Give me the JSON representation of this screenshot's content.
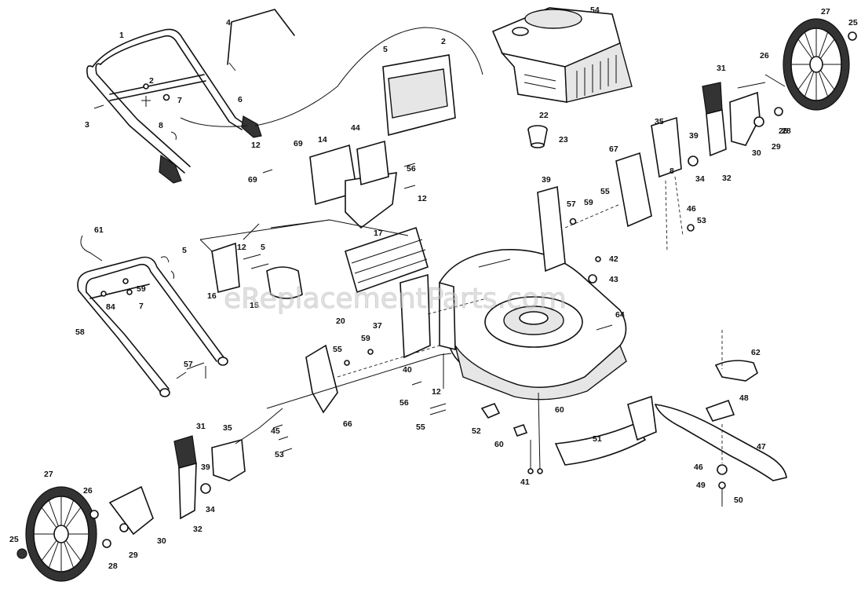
{
  "watermark": "eReplacementParts.com",
  "labels": [
    {
      "id": "1",
      "text": "1"
    },
    {
      "id": "2a",
      "text": "2"
    },
    {
      "id": "2b",
      "text": "2"
    },
    {
      "id": "3",
      "text": "3"
    },
    {
      "id": "4",
      "text": "4"
    },
    {
      "id": "5a",
      "text": "5"
    },
    {
      "id": "5b",
      "text": "5"
    },
    {
      "id": "5c",
      "text": "5"
    },
    {
      "id": "6",
      "text": "6"
    },
    {
      "id": "7a",
      "text": "7"
    },
    {
      "id": "7b",
      "text": "7"
    },
    {
      "id": "8a",
      "text": "8"
    },
    {
      "id": "8b",
      "text": "8"
    },
    {
      "id": "12a",
      "text": "12"
    },
    {
      "id": "12b",
      "text": "12"
    },
    {
      "id": "12c",
      "text": "12"
    },
    {
      "id": "12d",
      "text": "12"
    },
    {
      "id": "14",
      "text": "14"
    },
    {
      "id": "15",
      "text": "15"
    },
    {
      "id": "16",
      "text": "16"
    },
    {
      "id": "17",
      "text": "17"
    },
    {
      "id": "20",
      "text": "20"
    },
    {
      "id": "22",
      "text": "22"
    },
    {
      "id": "23",
      "text": "23"
    },
    {
      "id": "25a",
      "text": "25"
    },
    {
      "id": "25b",
      "text": "25"
    },
    {
      "id": "26a",
      "text": "26"
    },
    {
      "id": "26b",
      "text": "26"
    },
    {
      "id": "26c",
      "text": "26"
    },
    {
      "id": "27a",
      "text": "27"
    },
    {
      "id": "27b",
      "text": "27"
    },
    {
      "id": "28a",
      "text": "28"
    },
    {
      "id": "28b",
      "text": "28"
    },
    {
      "id": "29a",
      "text": "29"
    },
    {
      "id": "29b",
      "text": "29"
    },
    {
      "id": "30a",
      "text": "30"
    },
    {
      "id": "30b",
      "text": "30"
    },
    {
      "id": "31a",
      "text": "31"
    },
    {
      "id": "31b",
      "text": "31"
    },
    {
      "id": "32a",
      "text": "32"
    },
    {
      "id": "32b",
      "text": "32"
    },
    {
      "id": "34a",
      "text": "34"
    },
    {
      "id": "34b",
      "text": "34"
    },
    {
      "id": "35a",
      "text": "35"
    },
    {
      "id": "35b",
      "text": "35"
    },
    {
      "id": "37",
      "text": "37"
    },
    {
      "id": "39a",
      "text": "39"
    },
    {
      "id": "39b",
      "text": "39"
    },
    {
      "id": "39c",
      "text": "39"
    },
    {
      "id": "40",
      "text": "40"
    },
    {
      "id": "41",
      "text": "41"
    },
    {
      "id": "42",
      "text": "42"
    },
    {
      "id": "43",
      "text": "43"
    },
    {
      "id": "44",
      "text": "44"
    },
    {
      "id": "45",
      "text": "45"
    },
    {
      "id": "46a",
      "text": "46"
    },
    {
      "id": "46b",
      "text": "46"
    },
    {
      "id": "47",
      "text": "47"
    },
    {
      "id": "48",
      "text": "48"
    },
    {
      "id": "49",
      "text": "49"
    },
    {
      "id": "50",
      "text": "50"
    },
    {
      "id": "51",
      "text": "51"
    },
    {
      "id": "52",
      "text": "52"
    },
    {
      "id": "53a",
      "text": "53"
    },
    {
      "id": "53b",
      "text": "53"
    },
    {
      "id": "54",
      "text": "54"
    },
    {
      "id": "55a",
      "text": "55"
    },
    {
      "id": "55b",
      "text": "55"
    },
    {
      "id": "55c",
      "text": "55"
    },
    {
      "id": "56a",
      "text": "56"
    },
    {
      "id": "56b",
      "text": "56"
    },
    {
      "id": "57a",
      "text": "57"
    },
    {
      "id": "57b",
      "text": "57"
    },
    {
      "id": "58",
      "text": "58"
    },
    {
      "id": "59a",
      "text": "59"
    },
    {
      "id": "59b",
      "text": "59"
    },
    {
      "id": "59c",
      "text": "59"
    },
    {
      "id": "60a",
      "text": "60"
    },
    {
      "id": "60b",
      "text": "60"
    },
    {
      "id": "61",
      "text": "61"
    },
    {
      "id": "62",
      "text": "62"
    },
    {
      "id": "64",
      "text": "64"
    },
    {
      "id": "66",
      "text": "66"
    },
    {
      "id": "67",
      "text": "67"
    },
    {
      "id": "69a",
      "text": "69"
    },
    {
      "id": "69b",
      "text": "69"
    },
    {
      "id": "84",
      "text": "84"
    }
  ]
}
